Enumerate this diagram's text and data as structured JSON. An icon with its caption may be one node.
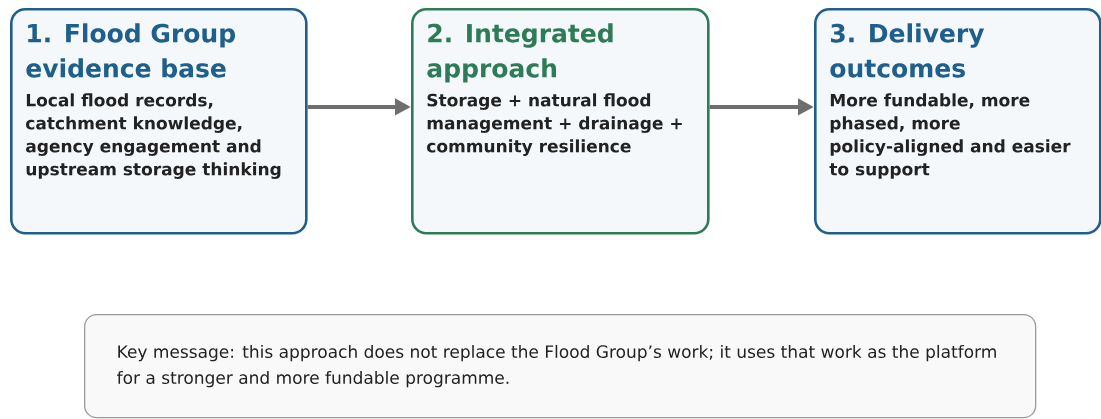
{
  "diagram": {
    "nodes": [
      {
        "text": [
          "1. Flood Group evidence base",
          "Local flood records, catchment knowledge, agency engagement and upstream storage thinking"
        ]
      },
      {
        "text": [
          "2. Integrated approach",
          "Storage + natural flood management + drainage + community resilience"
        ]
      },
      {
        "text": [
          "3. Delivery outcomes",
          "More fundable, more phased, more policy-aligned and easier to support"
        ]
      },
      {
        "text": [
          "Key message: this approach does not replace the Flood Group’s work; it uses that work as the platform for a stronger and more fundable programme."
        ]
      }
    ],
    "edges": [
      {
        "from": 0,
        "to": 1,
        "arrow": "to"
      },
      {
        "from": 1,
        "to": 2,
        "arrow": "to"
      }
    ]
  }
}
